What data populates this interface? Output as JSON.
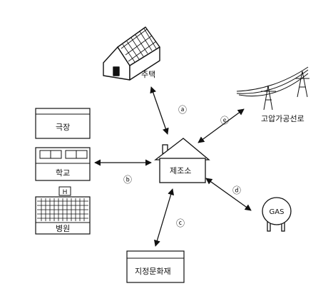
{
  "diagram": {
    "center": {
      "label": "제조소"
    },
    "nodes": {
      "house": {
        "label": "주택"
      },
      "powerline": {
        "label": "고압가공선로"
      },
      "theater": {
        "label": "극장"
      },
      "school": {
        "label": "학교"
      },
      "hospital": {
        "label": "병원"
      },
      "hospital_mark": {
        "label": "H"
      },
      "gas": {
        "label": "GAS"
      },
      "heritage": {
        "label": "지정문화재"
      }
    },
    "connections": [
      {
        "id": "a",
        "marker": "ⓐ",
        "from": "제조소",
        "to": "주택"
      },
      {
        "id": "b",
        "marker": "ⓑ",
        "from": "제조소",
        "to": "학교"
      },
      {
        "id": "c",
        "marker": "ⓒ",
        "from": "제조소",
        "to": "지정문화재"
      },
      {
        "id": "d",
        "marker": "ⓓ",
        "from": "제조소",
        "to": "GAS"
      },
      {
        "id": "e",
        "marker": "ⓔ",
        "from": "제조소",
        "to": "고압가공선로"
      }
    ]
  }
}
